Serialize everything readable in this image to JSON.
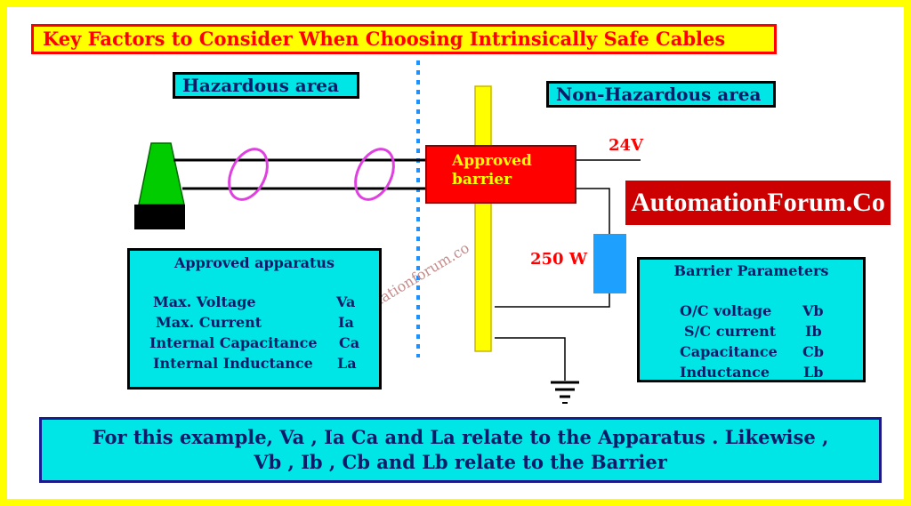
{
  "title": "Key Factors to Consider When Choosing Intrinsically Safe Cables",
  "areas": {
    "hazardous": "Hazardous area",
    "non_hazardous": "Non-Hazardous area"
  },
  "barrier_label_line1": "Approved",
  "barrier_label_line2": "barrier",
  "supply_label": "24V",
  "resistor_label": "250 W",
  "logo_text": "AutomationForum.Co",
  "watermark": "Automationforum.co",
  "apparatus": {
    "title": "Approved apparatus",
    "params": [
      {
        "name": "Max. Voltage",
        "symbol": "Va"
      },
      {
        "name": "Max. Current",
        "symbol": "Ia"
      },
      {
        "name": "Internal Capacitance",
        "symbol": "Ca"
      },
      {
        "name": "Internal Inductance",
        "symbol": "La"
      }
    ]
  },
  "barrier_params": {
    "title": "Barrier Parameters",
    "params": [
      {
        "name": "O/C voltage",
        "symbol": "Vb"
      },
      {
        "name": "S/C current",
        "symbol": "Ib"
      },
      {
        "name": "Capacitance",
        "symbol": "Cb"
      },
      {
        "name": "Inductance",
        "symbol": "Lb"
      }
    ]
  },
  "footer": {
    "line1": "For this example,  Va , Ia Ca and La relate to the Apparatus .  Likewise ,",
    "line2": "Vb , Ib , Cb and Lb  relate to the Barrier"
  },
  "colors": {
    "background": "#ffff00",
    "title_text": "#ff0000",
    "box_fill": "#00e5e5",
    "barrier_fill": "#ff0000",
    "zone_divider": "#1e90ff",
    "cable_rings": "#e040e0",
    "device_top": "#00cc00",
    "resistor": "#1ea0ff",
    "logo_fill": "#cc0000"
  }
}
